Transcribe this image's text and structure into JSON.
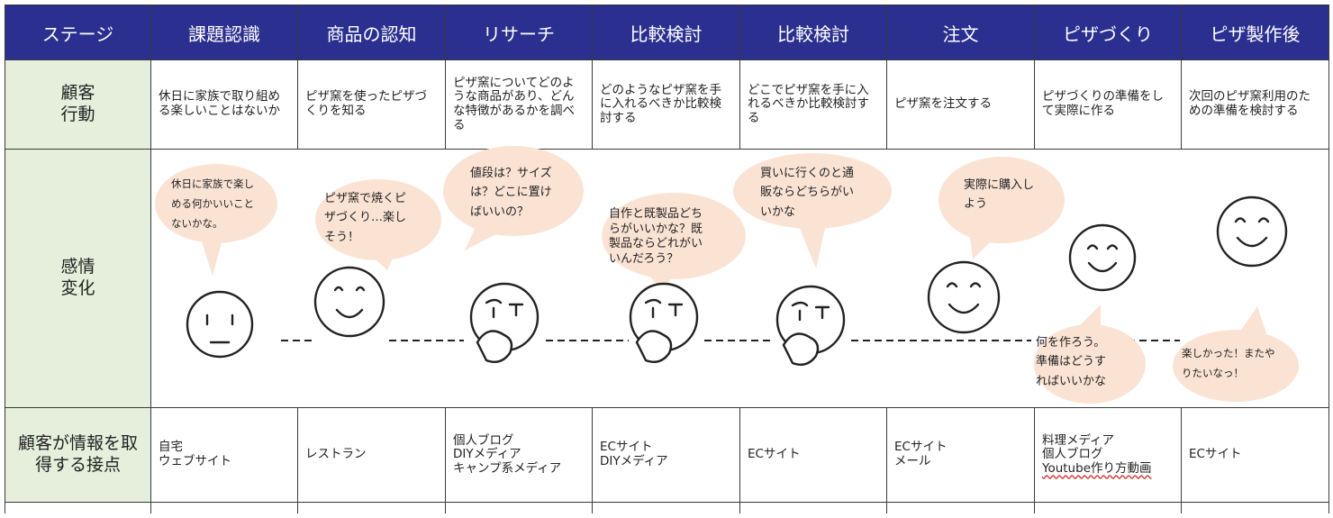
{
  "header": {
    "stage_label": "ステージ",
    "stages": [
      "課題認識",
      "商品の認知",
      "リサーチ",
      "比較検討",
      "比較検討",
      "注文",
      "ピザづくり",
      "ピザ製作後"
    ]
  },
  "rows": {
    "action": {
      "label": "顧客\n行動",
      "cells": [
        "休日に家族で取り組め\nる楽しいことはないか",
        "ピザ窯を使ったピザづ\nくりを知る",
        "ピザ窯についてどのよ\nうな商品があり、どん\nな特徴があるかを調べ\nる",
        "どのようなピザ窯を手\nに入れるべきか比較検\n討する",
        "どこでピザ窯を手に入\nれるべきか比較検討す\nる",
        "ピザ窯を注文する",
        "ピザづくりの準備をし\nて実際に作る",
        "次回のピザ窯利用のた\nめの準備を検討する"
      ]
    },
    "emotion": {
      "label": "感情\n変化",
      "bubbles": [
        "休日に家族で楽し\nめる何かいいこと\nないかな。",
        "ピザ窯で焼くピ\nザづくり…楽し\nそう！",
        "値段は？サイズ\nは？どこに置け\nばいいの？",
        "自作と既製品どち\nらがいいかな？既\n製品ならどれがい\nいんだろう？",
        "買いに行くのと通\n販ならどちらがい\nいかな",
        "実際に購入し\nよう",
        "何を作ろう。\n準備はどうす\nればいいかな",
        "楽しかった！またや\nりたいなっ！"
      ],
      "faces": [
        "neutral-face-icon",
        "smile-face-icon",
        "thinking-face-icon",
        "thinking-face-icon",
        "thinking-face-icon",
        "smile-face-icon",
        "smile-face-icon",
        "smile-face-icon"
      ],
      "bubble_color": "#fbe3d4"
    },
    "touchpoint": {
      "label": "顧客が情報を取\n得する接点",
      "cells": [
        "自宅\nウェブサイト",
        "レストラン",
        "個人ブログ\nDIYメディア\nキャンプ系メディア",
        "ECサイト\nDIYメディア",
        "ECサイト",
        "ECサイト\nメール",
        "料理メディア\n個人ブログ",
        "ECサイト"
      ],
      "youtube_line": "Youtube作り方動画"
    }
  },
  "colors": {
    "header_bg": "#2b2f8f",
    "label_bg": "#e5efdc"
  }
}
